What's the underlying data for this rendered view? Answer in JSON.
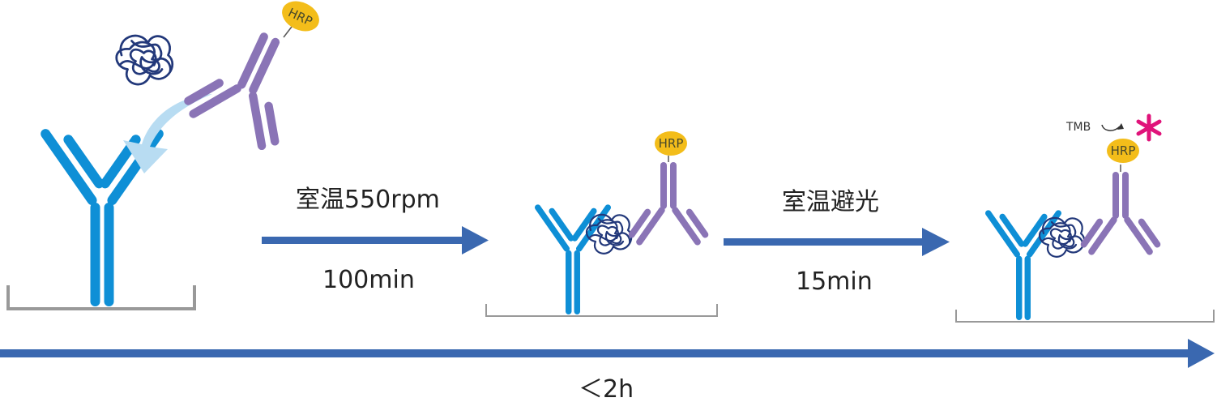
{
  "steps": [
    {
      "condition": "室温550rpm",
      "duration": "100min"
    },
    {
      "condition": "室温避光",
      "duration": "15min"
    }
  ],
  "total_time": "＜2h",
  "hrp_label": "HRP",
  "substrate_label": "TMB",
  "colors": {
    "capture_antibody": "#0e8fd6",
    "detection_antibody": "#8a74b6",
    "hrp": "#f3bd1a",
    "antigen": "#22387a",
    "process_arrow": "#3a68b0",
    "binding_arrow": "#b8dcf2",
    "signal": "#e0137a",
    "plate": "#999999"
  }
}
